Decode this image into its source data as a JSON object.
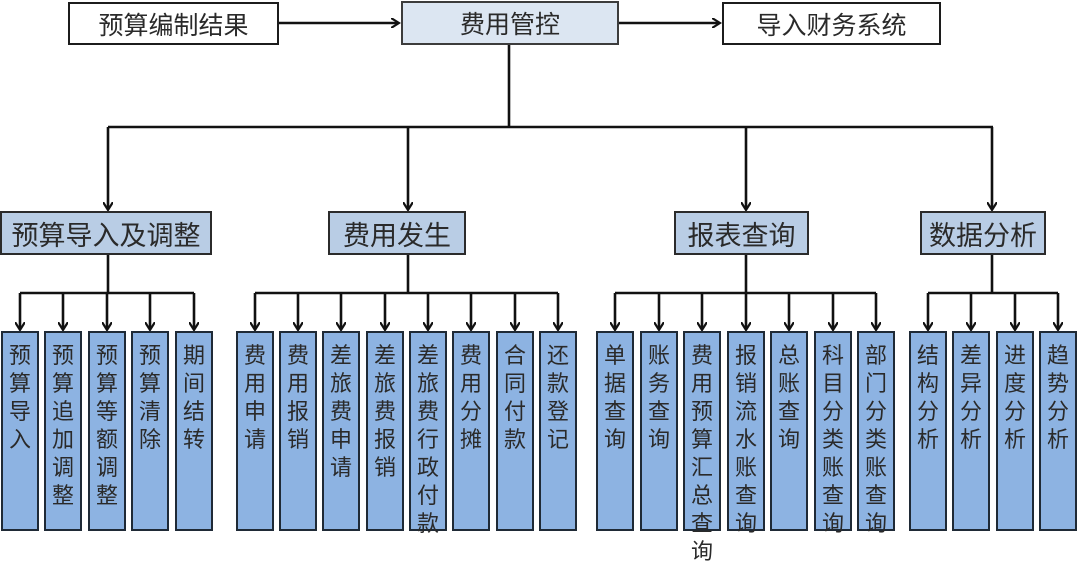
{
  "diagram": {
    "type": "hierarchy-flowchart",
    "colors": {
      "line": "#111111",
      "top_center_fill": "#dce6f2",
      "category_fill": "#b9cde5",
      "leaf_fill": "#8db3e2"
    },
    "top_row": {
      "input": "预算编制结果",
      "center": "费用管控",
      "output": "导入财务系统"
    },
    "categories": [
      {
        "label": "预算导入及调整",
        "children": [
          "预算导入",
          "预算追加调整",
          "预算等额调整",
          "预算清除",
          "期间结转"
        ]
      },
      {
        "label": "费用发生",
        "children": [
          "费用申请",
          "费用报销",
          "差旅费申请",
          "差旅费报销",
          "差旅费行政付款",
          "费用分摊",
          "合同付款",
          "还款登记"
        ]
      },
      {
        "label": "报表查询",
        "children": [
          "单据查询",
          "账务查询",
          "费用预算汇总查询",
          "报销流水账查询",
          "总账查询",
          "科目分类账查询",
          "部门分类账查询"
        ]
      },
      {
        "label": "数据分析",
        "children": [
          "结构分析",
          "差异分析",
          "进度分析",
          "趋势分析"
        ]
      }
    ]
  }
}
